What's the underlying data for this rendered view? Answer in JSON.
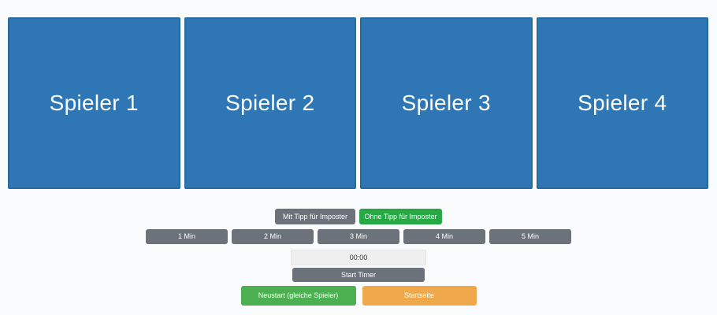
{
  "players": [
    {
      "label": "Spieler 1"
    },
    {
      "label": "Spieler 2"
    },
    {
      "label": "Spieler 3"
    },
    {
      "label": "Spieler 4"
    }
  ],
  "controls": {
    "hint_mode": {
      "with_hint_label": "Mit Tipp für Imposter",
      "without_hint_label": "Ohne Tipp für Imposter"
    },
    "timer_durations": [
      {
        "label": "1 Min"
      },
      {
        "label": "2 Min"
      },
      {
        "label": "3 Min"
      },
      {
        "label": "4 Min"
      },
      {
        "label": "5 Min"
      }
    ],
    "timer": {
      "display": "00:00",
      "start_label": "Start Timer"
    },
    "actions": {
      "restart_label": "Neustart (gleiche Spieler)",
      "home_label": "Startseite"
    }
  },
  "colors": {
    "player_card": "#2f76b5",
    "player_card_border": "#276a9e",
    "secondary_button": "#6b7279",
    "hint_without_button": "#28a745",
    "restart_button": "#4caf50",
    "home_button": "#efa94b",
    "timer_display_bg": "#efefef",
    "background": "#fafbfc"
  }
}
